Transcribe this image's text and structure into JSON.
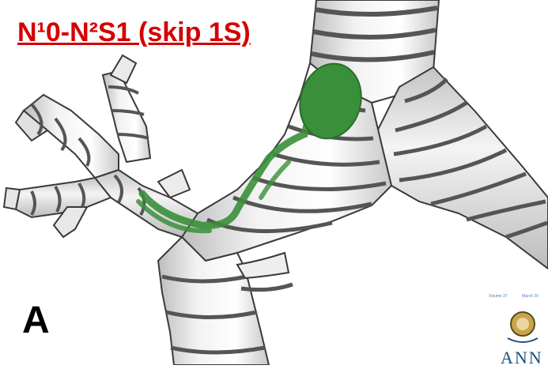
{
  "title": "N¹0-N²S1 (skip 1S)",
  "panel_letter": "A",
  "journal": {
    "name": "ANN",
    "line_left": "Volume 37",
    "line_right": "March 20"
  },
  "colors": {
    "title": "#d40000",
    "lymph_path": "#3a8f3a",
    "outline": "#3a3a3a",
    "journal": "#1d4f7e"
  }
}
